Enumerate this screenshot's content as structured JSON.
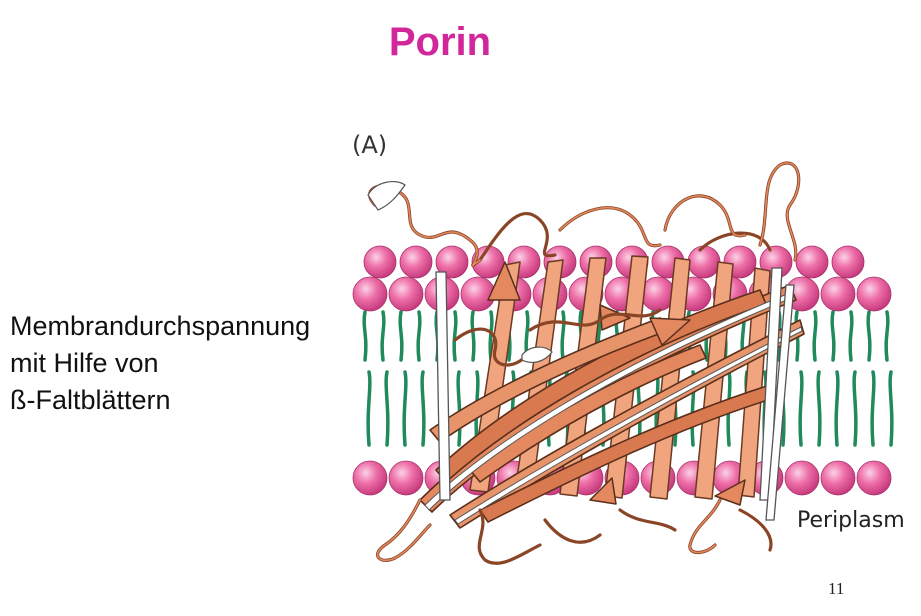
{
  "slide": {
    "title": "Porin",
    "page_number": "11"
  },
  "caption": {
    "lines": [
      "Membrandurchspannung",
      "mit Hilfe von",
      "ß-Faltblättern"
    ]
  },
  "figure": {
    "panel_label": "(A)",
    "periplasm_label": "Periplasm"
  },
  "colors": {
    "title": "#d1279a",
    "lipid_head": "#e9559a",
    "lipid_tail": "#1f8a5c",
    "strand_fill": "#e3885f",
    "strand_edge": "#6b3a22",
    "loop": "#b5613a"
  }
}
